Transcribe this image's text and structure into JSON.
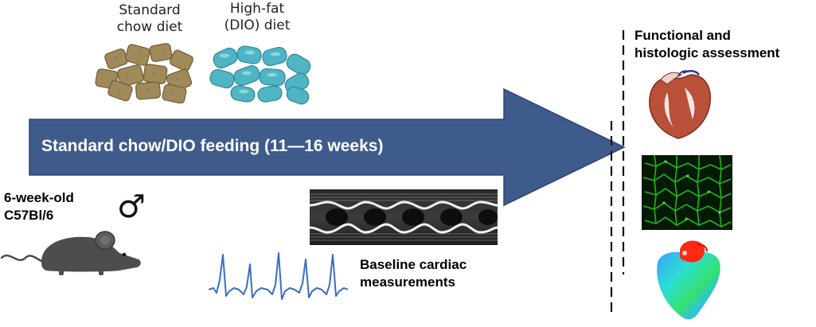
{
  "diets": {
    "standard_label": "Standard chow diet",
    "highfat_label": "High-fat (DIO) diet"
  },
  "arrow": {
    "label": "Standard chow/DIO feeding (11—16 weeks)",
    "color": "#3e5b8c"
  },
  "mouse": {
    "age_label": "6-week-old",
    "strain_label": "C57Bl/6",
    "sex_symbol": "♂"
  },
  "baseline": {
    "label_line1": "Baseline cardiac",
    "label_line2": "measurements"
  },
  "assessment": {
    "label_line1": "Functional and",
    "label_line2": "histologic assessment"
  },
  "colors": {
    "chow": "#a08a5a",
    "hfd": "#4fb5c4",
    "ecg": "#3a6fc0",
    "mouse": "#4d4d4d",
    "histology_green": "#1ec81e",
    "heart_section": "#b8503a"
  }
}
